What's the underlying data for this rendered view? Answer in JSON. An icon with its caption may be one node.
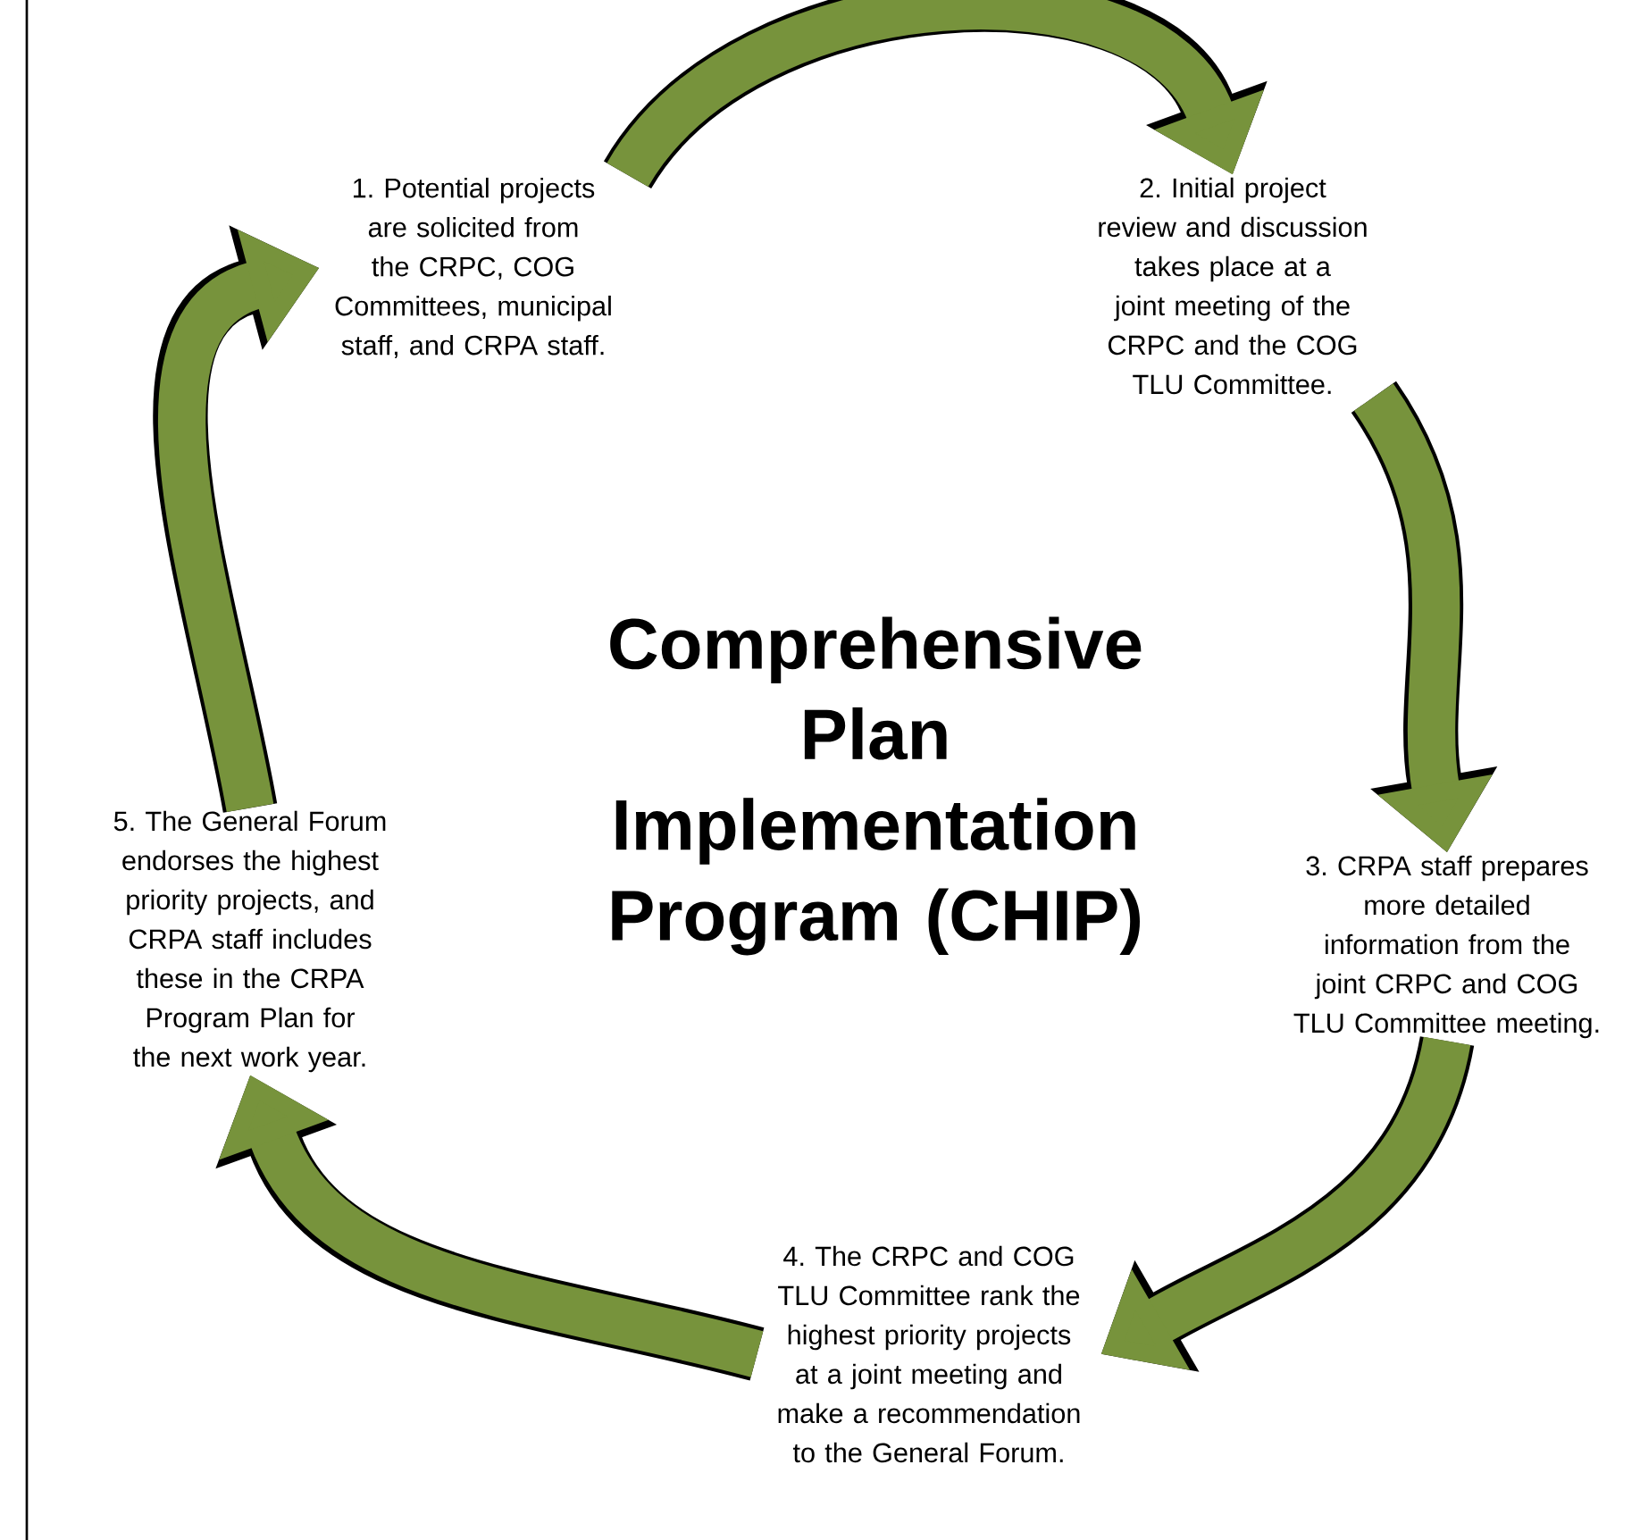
{
  "diagram": {
    "title": "Comprehensive Plan Implementation Program (CHIP)",
    "nodes": [
      {
        "text": [
          "1. Potential projects are solicited from the CRPC, COG Committees, municipal staff, and CRPA staff."
        ]
      },
      {
        "text": [
          "2. Initial project review and discussion takes place at a joint meeting of the CRPC and the COG TLU Committee."
        ]
      },
      {
        "text": [
          "3. CRPA staff prepares more detailed information from the joint CRPC and COG TLU Committee meeting."
        ]
      },
      {
        "text": [
          "4. The CRPC and COG TLU Committee rank the highest priority projects at a joint meeting and make a recommendation to the General Forum."
        ]
      },
      {
        "text": [
          "5. The General Forum endorses the highest priority projects, and CRPA staff includes these in the CRPA Program Plan for the next work year."
        ]
      }
    ],
    "edges": [
      {
        "from": 0,
        "to": 1,
        "arrow": "to"
      },
      {
        "from": 1,
        "to": 2,
        "arrow": "to"
      },
      {
        "from": 2,
        "to": 3,
        "arrow": "to"
      },
      {
        "from": 3,
        "to": 4,
        "arrow": "to"
      },
      {
        "from": 4,
        "to": 0,
        "arrow": "to"
      }
    ]
  }
}
